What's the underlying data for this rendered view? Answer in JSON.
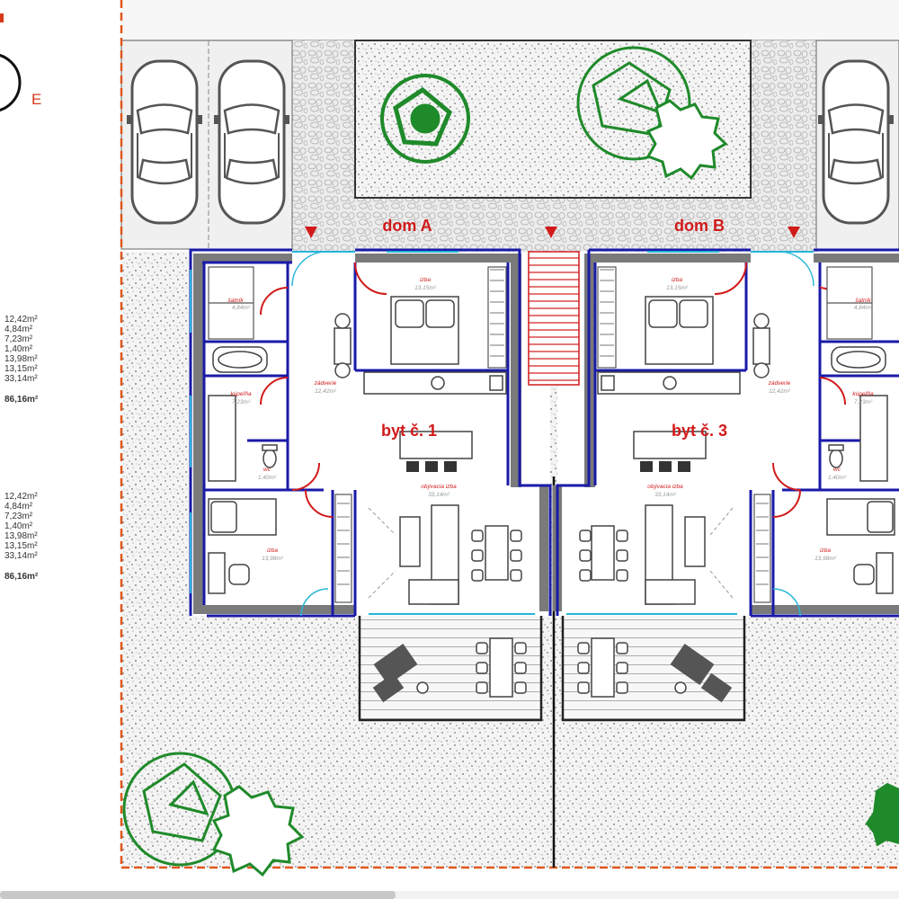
{
  "compass": {
    "letter": "E"
  },
  "area_list_1": {
    "items": [
      "12,42m²",
      "4,84m²",
      "7,23m²",
      "1,40m²",
      "13,98m²",
      "13,15m²",
      "33,14m²"
    ],
    "total": "86,16m²"
  },
  "area_list_2": {
    "items": [
      "12,42m²",
      "4,84m²",
      "7,23m²",
      "1,40m²",
      "13,98m²",
      "13,15m²",
      "33,14m²"
    ],
    "total": "86,16m²"
  },
  "houses": {
    "a": "dom A",
    "b": "dom B"
  },
  "units": {
    "u1": "byt č. 1",
    "u3": "byt č. 3"
  },
  "rooms": {
    "satnik": "šatník",
    "satnik_area": "4,84m²",
    "kupelna": "kúpeľňa",
    "kupelna_area": "7,23m²",
    "wc": "wc",
    "wc_area": "1,40m²",
    "zadverie": "zádverie",
    "zadverie_area": "12,42m²",
    "izba_top": "izba",
    "izba_top_area": "13,15m²",
    "izba_bot": "izba",
    "izba_bot_area": "13,98m²",
    "obyvacia": "obývacia izba",
    "obyvacia_area": "33,14m²"
  },
  "colors": {
    "wall": "#1a1aa8",
    "door": "#d11a1a",
    "boundary": "#e0571c",
    "tree": "#1f8a2a",
    "label": "#d11a1a"
  }
}
